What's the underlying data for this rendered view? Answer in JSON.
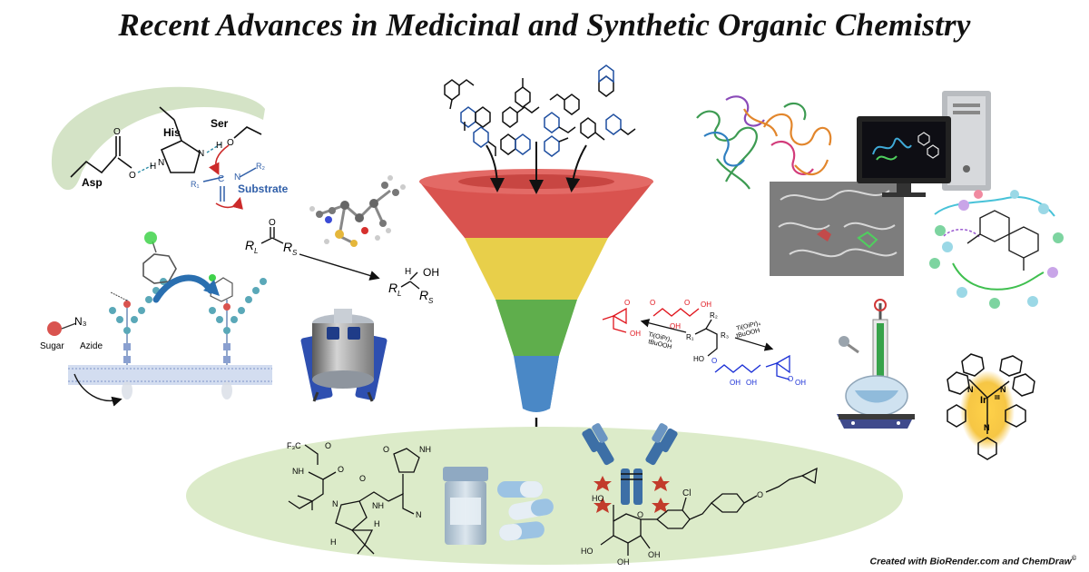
{
  "title": "Recent Advances in Medicinal and Synthetic Organic Chemistry",
  "credit": {
    "text": "Created with BioRender.com and ChemDraw",
    "mark": "©"
  },
  "enzyme_panel": {
    "residue_his": "His",
    "residue_ser": "Ser",
    "residue_asp": "Asp",
    "substrate_label": "Substrate",
    "atom_O1": "O",
    "atom_O2": "O",
    "atom_O3": "O",
    "atom_N1": "N",
    "atom_N2": "N",
    "atom_N3": "N",
    "atom_H1": "H",
    "atom_H2": "H",
    "group_R1": "R₁",
    "group_R2": "R₂",
    "atom_C": "C",
    "colors": {
      "membrane": "#cfe0c0",
      "arrow_red": "#cc2a2a",
      "substrate_blue": "#2f5ea8"
    }
  },
  "click_panel": {
    "sugar_label": "Sugar",
    "azide_label": "Azide",
    "azide_formula": "N₃",
    "colors": {
      "node": "#5aa8b8",
      "sugar_red": "#d9534f",
      "arrow": "#2a6fb0",
      "cyclooctyne_green": "#3fd24a"
    }
  },
  "reduction_panel": {
    "substrate_atoms": [
      "R",
      "L",
      "O",
      "R",
      "S"
    ],
    "product_atoms": [
      "H",
      "OH",
      "R",
      "L",
      "R",
      "S"
    ]
  },
  "epoxidation_panel": {
    "reagent_left": [
      "Ti(OiPr)₄",
      "tBuOOH"
    ],
    "reagent_right": [
      "Ti(OiPr)₄",
      "tBuOOH"
    ],
    "atoms_red": [
      "O",
      "OH",
      "O",
      "OH",
      "OH",
      "O"
    ],
    "atoms_black": [
      "R₁",
      "R₂",
      "R₃",
      "HO"
    ],
    "atoms_blue": [
      "O",
      "OH",
      "OH",
      "O",
      "OH"
    ],
    "colors": {
      "red": "#e0141c",
      "blue": "#1a2fd6"
    }
  },
  "funnel": {
    "band_colors": [
      "#d9534f",
      "#e8cf4a",
      "#5fae4c",
      "#4a88c6"
    ]
  },
  "iridium_panel": {
    "metal": "Ir",
    "oxidation": "III",
    "ligand_atom": "N",
    "glow": "#f3c43a"
  },
  "products_panel": {
    "drug1_atoms": [
      "F₃C",
      "O",
      "NH",
      "O",
      "N",
      "H",
      "H",
      "O",
      "NH",
      "N",
      "O"
    ],
    "drug1_atoms_right": [
      "NH",
      "O",
      "N"
    ],
    "drug2_atoms": [
      "Cl",
      "O",
      "O",
      "HO",
      "OH",
      "OH",
      "HO"
    ],
    "ellipse_color": "#dcebc9",
    "capsule_colors": [
      "#9cc3e3",
      "#e6eef5"
    ],
    "antibody_color": "#3d6fa6",
    "payload_color": "#c23b2b"
  }
}
